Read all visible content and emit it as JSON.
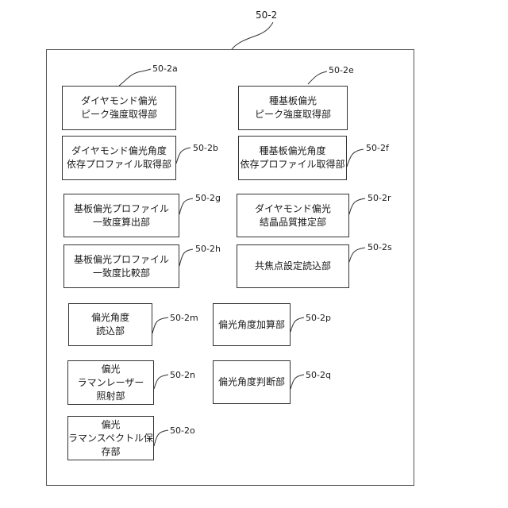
{
  "figure_label": "50-2",
  "blocks": [
    {
      "ref": "50-2a",
      "line1": "ダイヤモンド偏光",
      "line2": "ピーク強度取得部"
    },
    {
      "ref": "50-2b",
      "line1": "ダイヤモンド偏光角度",
      "line2": "依存プロファイル取得部"
    },
    {
      "ref": "50-2e",
      "line1": "種基板偏光",
      "line2": "ピーク強度取得部"
    },
    {
      "ref": "50-2f",
      "line1": "種基板偏光角度",
      "line2": "依存プロファイル取得部"
    },
    {
      "ref": "50-2g",
      "line1": "基板偏光プロファイル",
      "line2": "一致度算出部"
    },
    {
      "ref": "50-2h",
      "line1": "基板偏光プロファイル",
      "line2": "一致度比較部"
    },
    {
      "ref": "50-2r",
      "line1": "ダイヤモンド偏光",
      "line2": "結晶品質推定部"
    },
    {
      "ref": "50-2s",
      "line1": "共焦点設定読込部",
      "line2": ""
    },
    {
      "ref": "50-2m",
      "line1": "偏光角度",
      "line2": "読込部"
    },
    {
      "ref": "50-2n",
      "line1": "偏光",
      "line2": "ラマンレーザー",
      "line3": "照射部"
    },
    {
      "ref": "50-2o",
      "line1": "偏光",
      "line2": "ラマンスペクトル保",
      "line3": "存部"
    },
    {
      "ref": "50-2p",
      "line1": "偏光角度加算部",
      "line2": ""
    },
    {
      "ref": "50-2q",
      "line1": "偏光角度判断部",
      "line2": ""
    }
  ]
}
